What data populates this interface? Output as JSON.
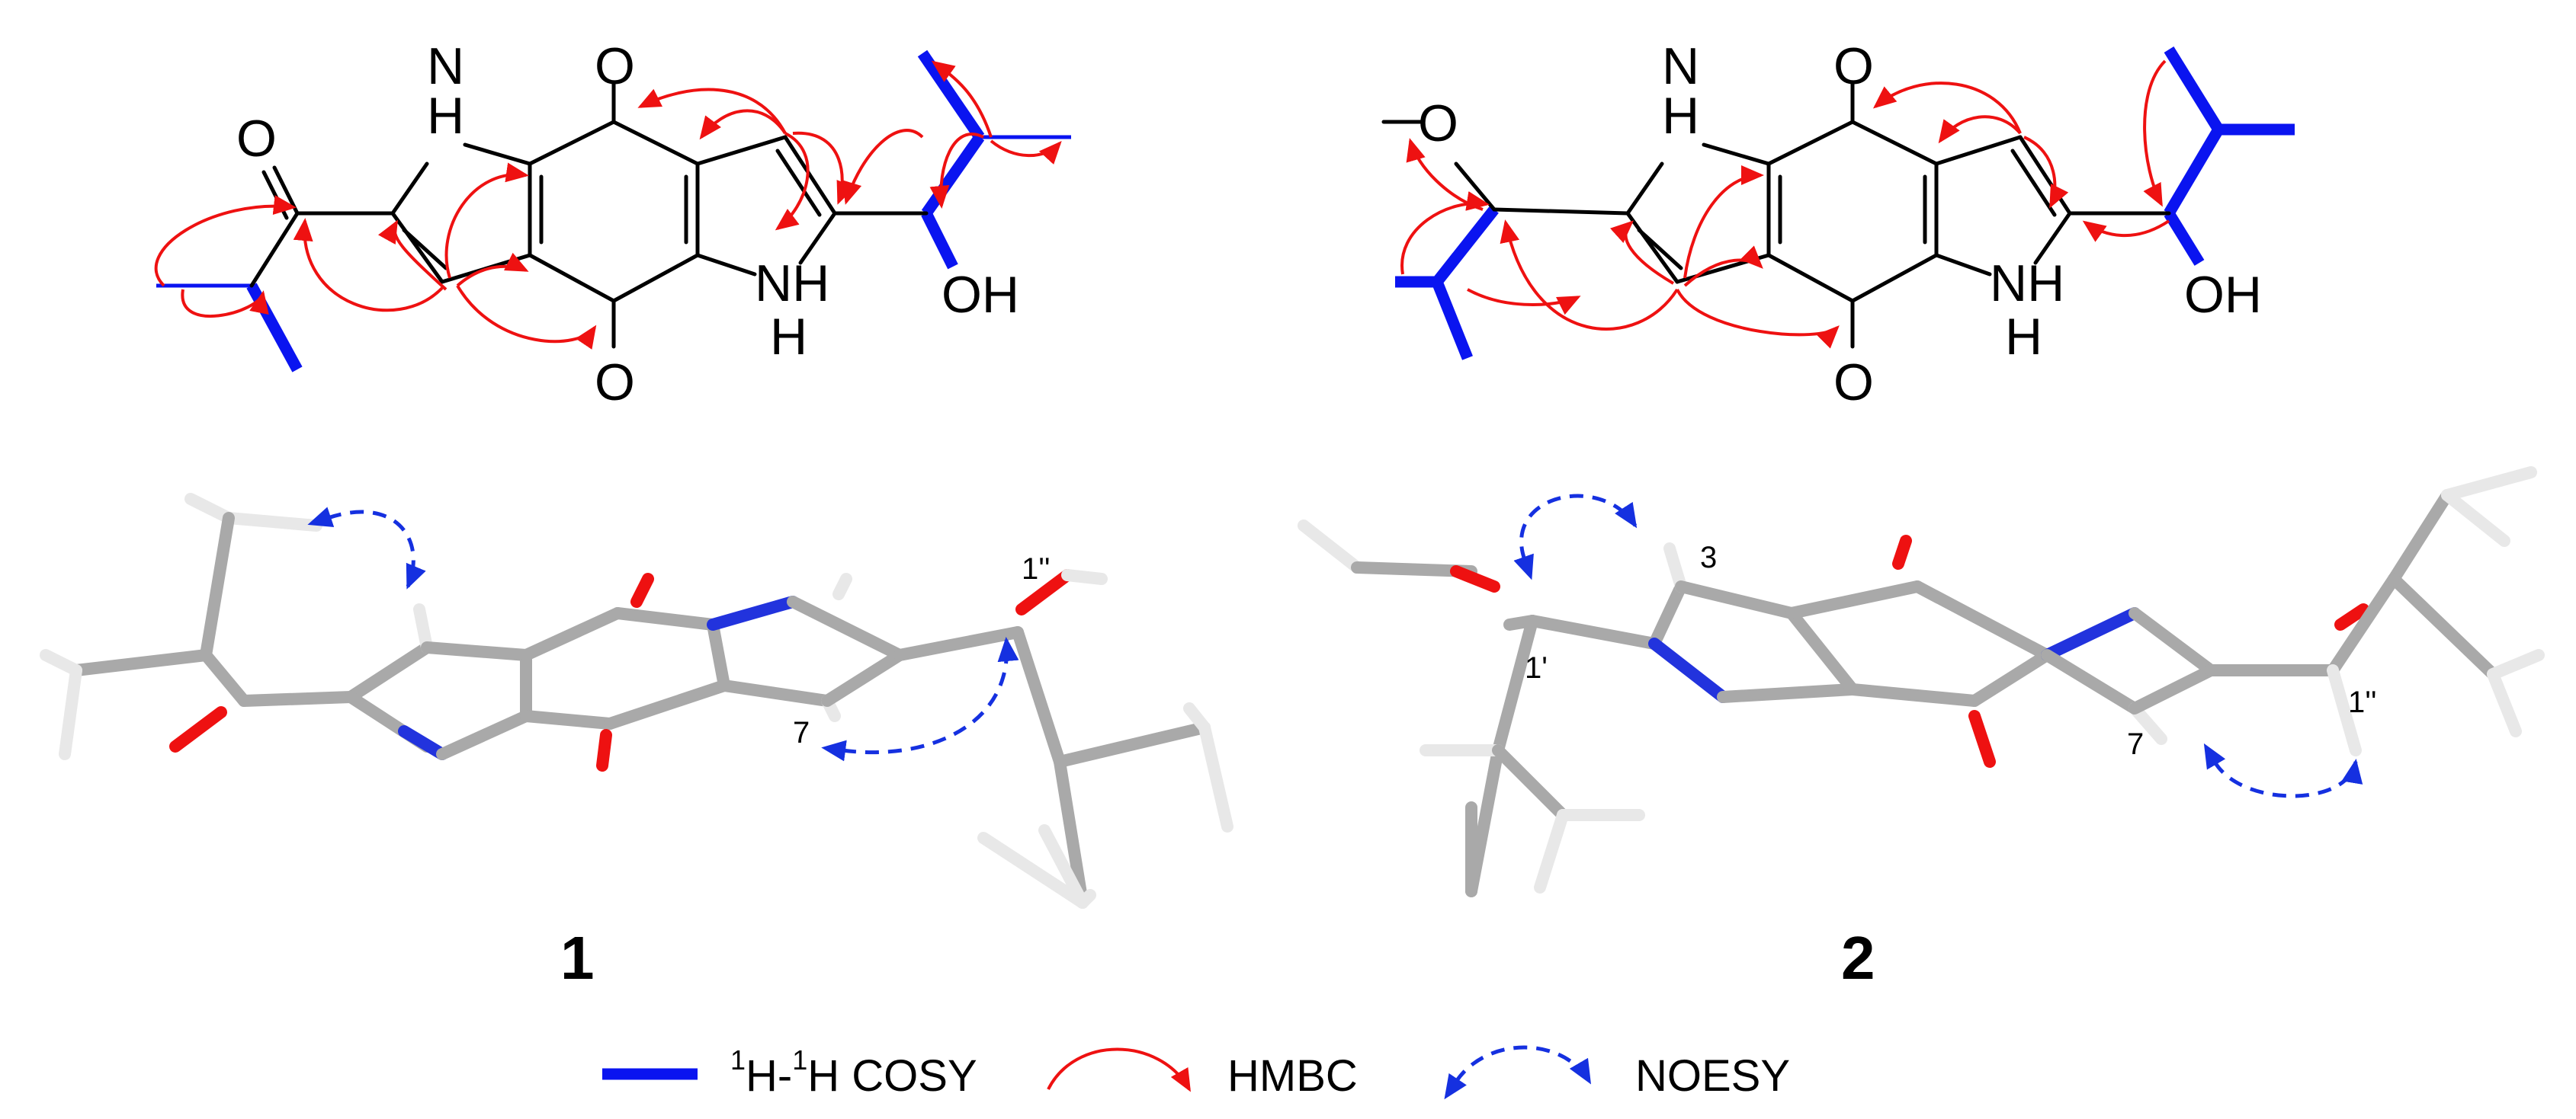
{
  "atoms": {
    "N": "N",
    "H": "H",
    "O": "O",
    "NH": "NH",
    "OH": "OH"
  },
  "atom_numbers": {
    "one_double_prime": "1''",
    "one_prime": "1'",
    "three": "3",
    "seven": "7"
  },
  "compounds": {
    "compound_1": "1",
    "compound_2": "2"
  },
  "legend": {
    "cosy_sup1": "1",
    "cosy_mid": "H-",
    "cosy_sup2": "1",
    "cosy_end": "H COSY",
    "hmbc": "HMBC",
    "noesy": "NOESY"
  },
  "colors": {
    "cosy": "#0a14f0",
    "hmbc": "#ee1111",
    "noesy": "#1530e0",
    "bond": "#000000",
    "carbon_stick": "#a9a9a9",
    "nitrogen_stick": "#2233dd",
    "oxygen_stick": "#ee1111"
  }
}
